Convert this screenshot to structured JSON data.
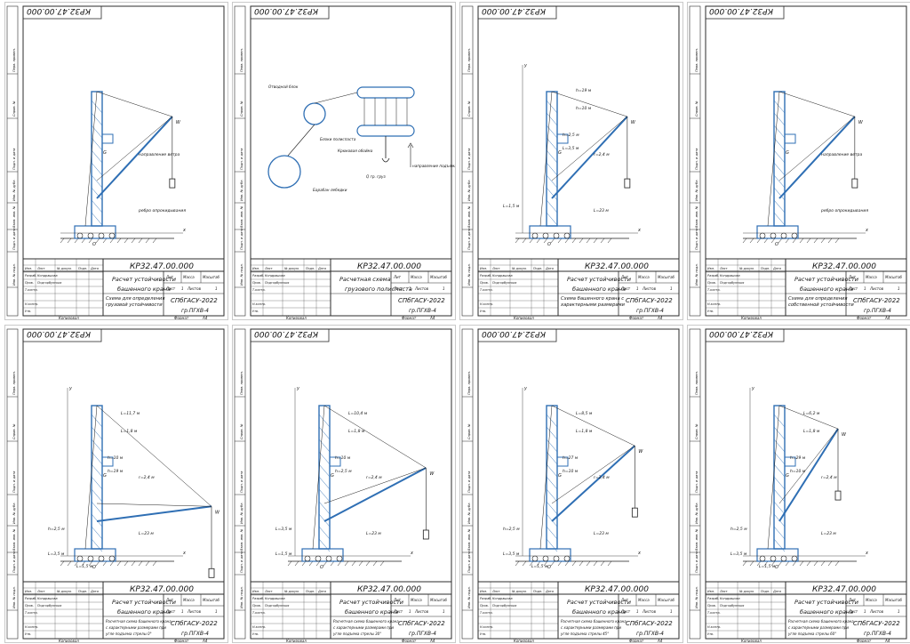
{
  "sheets": [
    {
      "code_top": "КР32.47.00.000",
      "code": "КР32.47.00.000",
      "title_1": "Расчет устойчивости",
      "title_2": "башенного крана",
      "desc_1": "Схема для определения",
      "desc_2": "грузовой устойчивости",
      "desc_3": "",
      "org": "СПбГАСУ-2022",
      "group": "гр.ПГХВ-4",
      "sheet_no": "1",
      "sheets_total": "1",
      "footer_left": "Копировал",
      "footer_right": "Формат",
      "format": "А4",
      "view": "crane",
      "annotations": [
        "направление ветра",
        "ребро опрокидывания"
      ]
    },
    {
      "code_top": "КР32.47.00.000",
      "code": "КР32.47.00.000",
      "title_1": "Расчетная схема",
      "title_2": "грузового полиспаста",
      "desc_1": "",
      "desc_2": "",
      "desc_3": "",
      "org": "СПбГАСУ-2022",
      "group": "гр.ПГХВ-4",
      "sheet_no": "1",
      "sheets_total": "1",
      "footer_left": "Копировал",
      "footer_right": "Формат",
      "format": "А4",
      "view": "pulley",
      "annotations": [
        "Отводной блок",
        "Блоки полиспаста",
        "Крюковая обойма",
        "Барабан лебедки",
        "Q гр. груз",
        "направление подъема"
      ]
    },
    {
      "code_top": "КР32.47.00.000",
      "code": "КР32.47.00.000",
      "title_1": "Расчет устойчивости",
      "title_2": "башенного крана",
      "desc_1": "Схема башенного крана с",
      "desc_2": "характерными размерами",
      "desc_3": "",
      "org": "СПбГАСУ-2022",
      "group": "гр.ПГХВ-4",
      "sheet_no": "1",
      "sheets_total": "1",
      "footer_left": "Копировал",
      "footer_right": "Формат",
      "format": "А4",
      "view": "crane_dims",
      "annotations": [
        "r=2,4 м",
        "L=23 м",
        "h=19 м",
        "h=10 м",
        "h=2,5 м",
        "L=3,5 м",
        "L=1,5 м"
      ]
    },
    {
      "code_top": "КР32.47.00.000",
      "code": "КР32.47.00.000",
      "title_1": "Расчет устойчивости",
      "title_2": "башенного крана",
      "desc_1": "Схема для определения",
      "desc_2": "собственной устойчивости",
      "desc_3": "",
      "org": "СПбГАСУ-2022",
      "group": "гр.ПГХВ-4",
      "sheet_no": "1",
      "sheets_total": "1",
      "footer_left": "Копировал",
      "footer_right": "Формат",
      "format": "А4",
      "view": "crane",
      "annotations": [
        "направление ветра",
        "ребро опрокидывания"
      ]
    },
    {
      "code_top": "КР32.47.00.000",
      "code": "КР32.47.00.000",
      "title_1": "Расчет устойчивости",
      "title_2": "башенного крана",
      "desc_1": "Расчетная схема башенного крана",
      "desc_2": "с характерными размерами при",
      "desc_3": "угле подъема стрелы 0°",
      "org": "СПбГАСУ-2022",
      "group": "гр.ПГХВ-4",
      "sheet_no": "1",
      "sheets_total": "1",
      "footer_left": "Копировал",
      "footer_right": "Формат",
      "format": "А4",
      "view": "crane_dims",
      "annotations": [
        "r=2,4 м",
        "L=23 м",
        "L=11,7 м",
        "L=1,8 м",
        "h=10 м",
        "h=19 м",
        "h=2,5 м",
        "L=3,5 м",
        "L=1,5 м"
      ]
    },
    {
      "code_top": "КР32.47.00.000",
      "code": "КР32.47.00.000",
      "title_1": "Расчет устойчивости",
      "title_2": "башенного крана",
      "desc_1": "Расчетная схема башенного крана",
      "desc_2": "с характерными размерами при",
      "desc_3": "угле подъема стрелы 30°",
      "org": "СПбГАСУ-2022",
      "group": "гр.ПГХВ-4",
      "sheet_no": "1",
      "sheets_total": "1",
      "footer_left": "Копировал",
      "footer_right": "Формат",
      "format": "А4",
      "view": "crane_dims",
      "annotations": [
        "r=2,4 м",
        "L=23 м",
        "L=10,4 м",
        "L=1,8 м",
        "h=10 м",
        "h=2,5 м",
        "L=3,5 м",
        "L=1,5 м"
      ]
    },
    {
      "code_top": "КР32.47.00.000",
      "code": "КР32.47.00.000",
      "title_1": "Расчет устойчивости",
      "title_2": "башенного крана",
      "desc_1": "Расчетная схема башенного крана",
      "desc_2": "с характерными размерами при",
      "desc_3": "угле подъема стрелы 45°",
      "org": "СПбГАСУ-2022",
      "group": "гр.ПГХВ-4",
      "sheet_no": "1",
      "sheets_total": "1",
      "footer_left": "Копировал",
      "footer_right": "Формат",
      "format": "А4",
      "view": "crane_dims",
      "annotations": [
        "r=2,4 м",
        "L=23 м",
        "L=8,5 м",
        "L=1,8 м",
        "h=27 м",
        "h=10 м",
        "h=2,5 м",
        "L=3,5 м",
        "L=1,5 м"
      ]
    },
    {
      "code_top": "КР32.47.00.000",
      "code": "КР32.47.00.000",
      "title_1": "Расчет устойчивости",
      "title_2": "башенного крана",
      "desc_1": "Расчетная схема башенного крана",
      "desc_2": "с характерными размерами при",
      "desc_3": "угле подъема стрелы 60°",
      "org": "СПбГАСУ-2022",
      "group": "гр.ПГХВ-4",
      "sheet_no": "1",
      "sheets_total": "1",
      "footer_left": "Копировал",
      "footer_right": "Формат",
      "format": "А4",
      "view": "crane_dims",
      "annotations": [
        "r=2,4 м",
        "L=23 м",
        "L=6,2 м",
        "L=1,8 м",
        "h=29 м",
        "h=10 м",
        "h=2,5 м",
        "L=3,5 м",
        "L=1,5 м"
      ]
    }
  ],
  "stamp": {
    "col_sheet": "Лит",
    "col_mass": "Масса",
    "col_scale": "Масштаб",
    "row_change": "Изм.",
    "row_sheet": "Лист",
    "row_doc": "№ докум.",
    "row_sign": "Подп.",
    "row_date": "Дата",
    "developer": "Разраб.",
    "checker": "Пров.",
    "tcontrol": "Т.контр.",
    "ncontrol": "Н.контр.",
    "approved": "Утв.",
    "dev_name": "Кондрашова",
    "chk_name": "Подгорбунских",
    "sheet_label": "Лист",
    "sheets_label": "Листов"
  },
  "side_labels": [
    "Перв. примен.",
    "Справ. №",
    "Подп. и дата",
    "Инв. № дубл.",
    "Взам. инв. №",
    "Подп. и дата",
    "Инв. № подл."
  ],
  "labels": {
    "x_axis": "x",
    "y_axis": "y",
    "G": "G",
    "W": "W",
    "O": "O"
  },
  "colors": {
    "line": "#1c1c1c",
    "accent": "#2f6fb4",
    "frame": "#2b2b2b",
    "paper": "#ffffff"
  }
}
